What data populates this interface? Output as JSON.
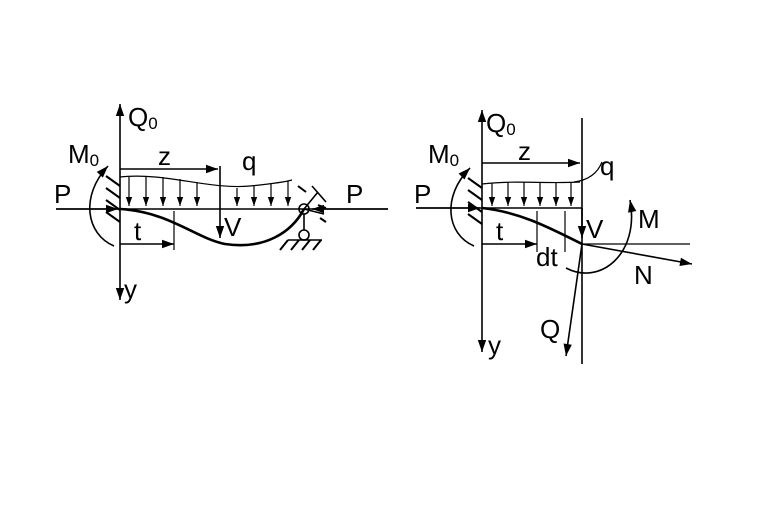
{
  "left_figure": {
    "q0_label": "Q",
    "q0_sub": "0",
    "m0_label": "M",
    "m0_sub": "0",
    "z_label": "z",
    "q_label": "q",
    "p_left_label": "P",
    "p_right_label": "P",
    "t_label": "t",
    "v_label": "V",
    "y_label": "y"
  },
  "right_figure": {
    "q0_label": "Q",
    "q0_sub": "0",
    "m0_label": "M",
    "m0_sub": "0",
    "z_label": "z",
    "q_label": "q",
    "p_label": "P",
    "t_label": "t",
    "dt_label": "dt",
    "v_label": "V",
    "m_label": "M",
    "n_label": "N",
    "q_shear_label": "Q",
    "y_label": "y"
  }
}
